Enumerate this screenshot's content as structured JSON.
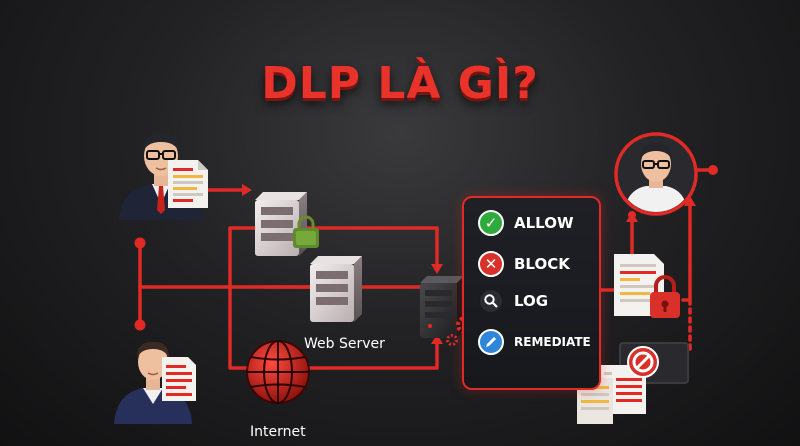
{
  "title": "DLP LÀ GÌ?",
  "actions": [
    {
      "label": "ALLOW",
      "icon": "check-icon",
      "color": "#2faa3c"
    },
    {
      "label": "BLOCK",
      "icon": "x-icon",
      "color": "#d9302a"
    },
    {
      "label": "LOG",
      "icon": "magnifier-icon",
      "color": "#2a2c33"
    },
    {
      "label": "REMEDIATE",
      "icon": "pen-icon",
      "color": "#2f86d8"
    }
  ],
  "labels": {
    "web_server": "Web Server",
    "internet": "Internet"
  },
  "colors": {
    "accent": "#e02a26",
    "background": "#1c1c1e"
  }
}
